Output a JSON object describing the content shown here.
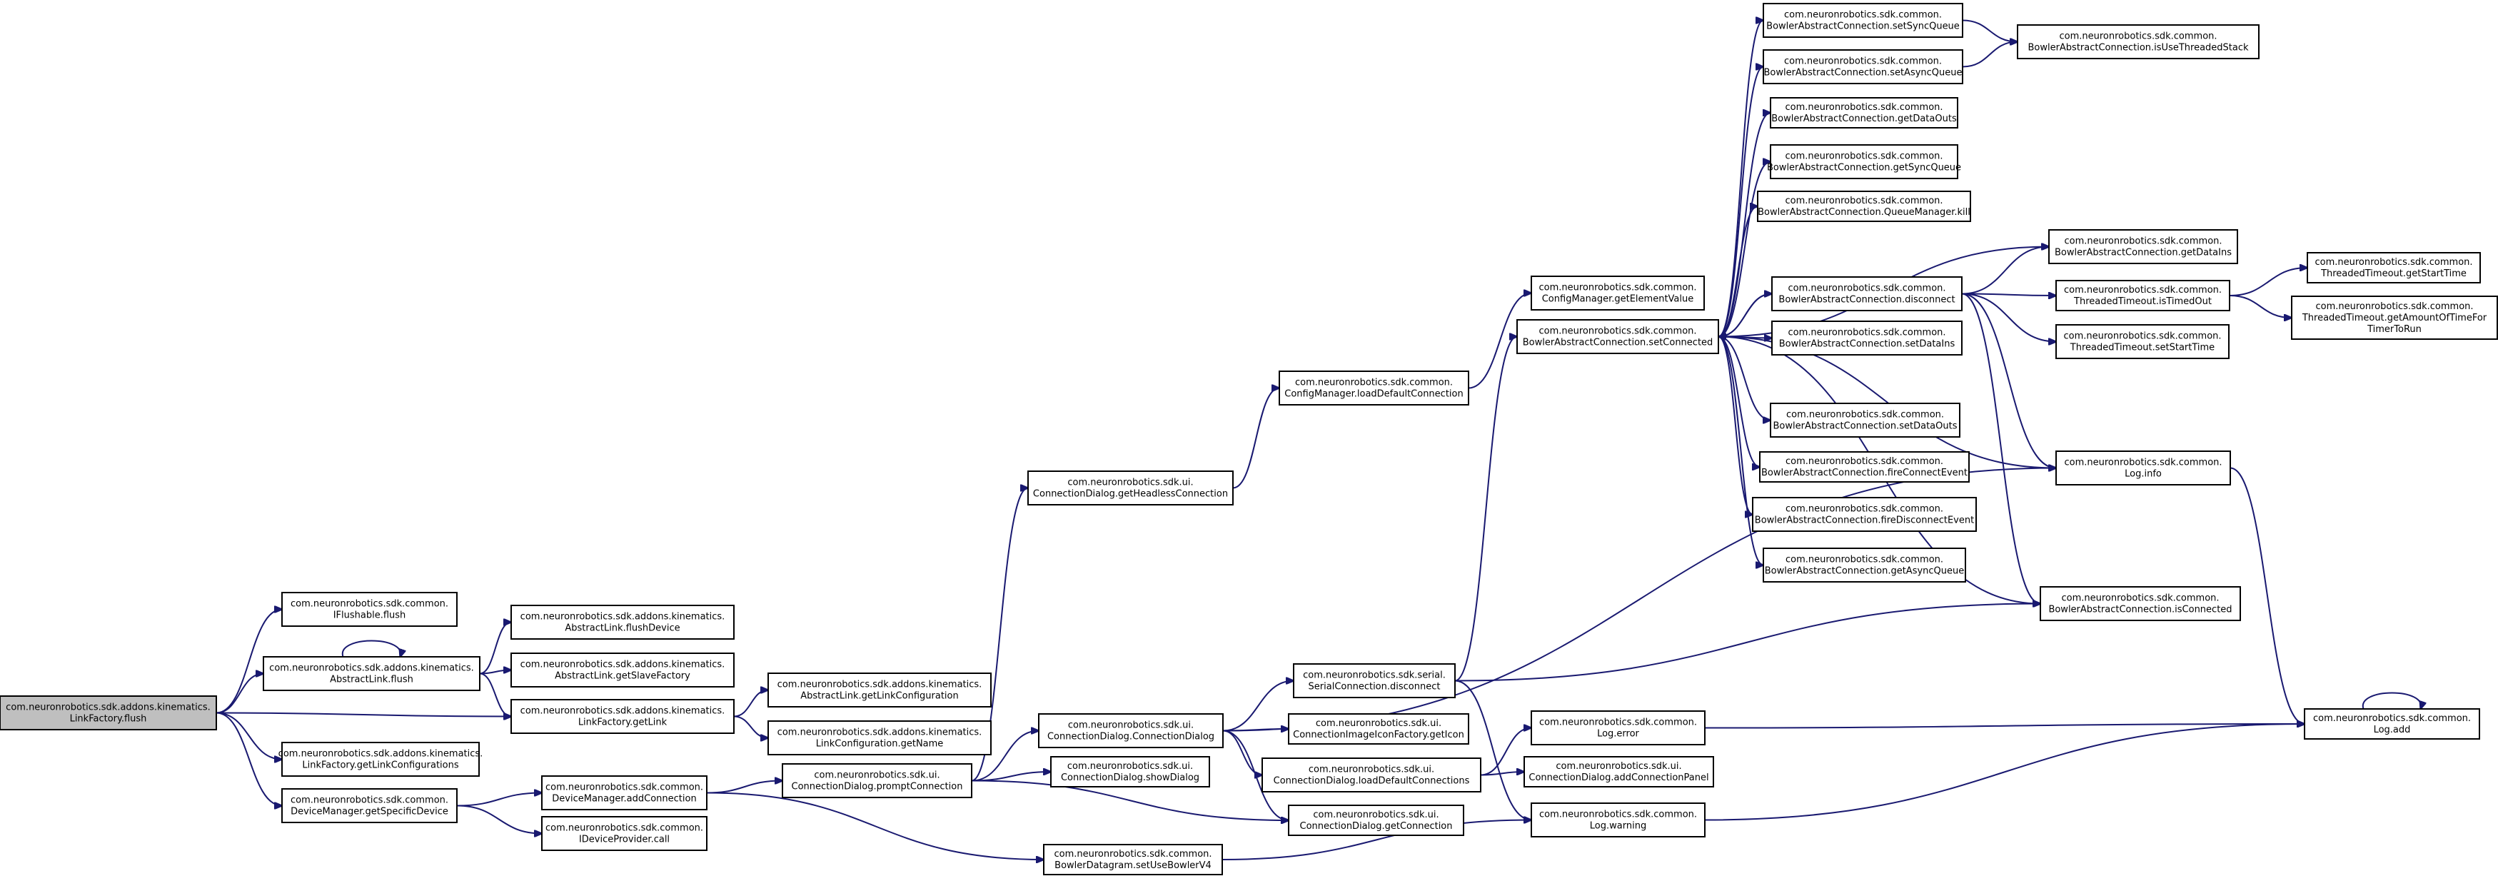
{
  "nodes": [
    {
      "id": "n0",
      "lines": [
        "com.neuronrobotics.sdk.addons.kinematics.",
        "LinkFactory.flush"
      ],
      "root": true
    },
    {
      "id": "n1",
      "lines": [
        "com.neuronrobotics.sdk.common.",
        "IFlushable.flush"
      ]
    },
    {
      "id": "n2",
      "lines": [
        "com.neuronrobotics.sdk.addons.kinematics.",
        "AbstractLink.flush"
      ]
    },
    {
      "id": "n3",
      "lines": [
        "com.neuronrobotics.sdk.addons.kinematics.",
        "AbstractLink.flushDevice"
      ]
    },
    {
      "id": "n4",
      "lines": [
        "com.neuronrobotics.sdk.addons.kinematics.",
        "AbstractLink.getSlaveFactory"
      ]
    },
    {
      "id": "n5",
      "lines": [
        "com.neuronrobotics.sdk.addons.kinematics.",
        "LinkFactory.getLink"
      ]
    },
    {
      "id": "n6",
      "lines": [
        "com.neuronrobotics.sdk.addons.kinematics.",
        "AbstractLink.getLinkConfiguration"
      ]
    },
    {
      "id": "n7",
      "lines": [
        "com.neuronrobotics.sdk.addons.kinematics.",
        "LinkConfiguration.getName"
      ]
    },
    {
      "id": "n8",
      "lines": [
        "com.neuronrobotics.sdk.addons.kinematics.",
        "LinkFactory.getLinkConfigurations"
      ]
    },
    {
      "id": "n9",
      "lines": [
        "com.neuronrobotics.sdk.common.",
        "DeviceManager.getSpecificDevice"
      ]
    },
    {
      "id": "n10",
      "lines": [
        "com.neuronrobotics.sdk.common.",
        "DeviceManager.addConnection"
      ]
    },
    {
      "id": "n11",
      "lines": [
        "com.neuronrobotics.sdk.common.",
        "IDeviceProvider.call"
      ]
    },
    {
      "id": "n12",
      "lines": [
        "com.neuronrobotics.sdk.ui.",
        "ConnectionDialog.promptConnection"
      ]
    },
    {
      "id": "n13",
      "lines": [
        "com.neuronrobotics.sdk.common.",
        "BowlerDatagram.setUseBowlerV4"
      ]
    },
    {
      "id": "n14",
      "lines": [
        "com.neuronrobotics.sdk.ui.",
        "ConnectionDialog.getHeadlessConnection"
      ]
    },
    {
      "id": "n15",
      "lines": [
        "com.neuronrobotics.sdk.ui.",
        "ConnectionDialog.ConnectionDialog"
      ]
    },
    {
      "id": "n16",
      "lines": [
        "com.neuronrobotics.sdk.ui.",
        "ConnectionDialog.showDialog"
      ]
    },
    {
      "id": "n17",
      "lines": [
        "com.neuronrobotics.sdk.ui.",
        "ConnectionDialog.getConnection"
      ]
    },
    {
      "id": "n18",
      "lines": [
        "com.neuronrobotics.sdk.common.",
        "ConfigManager.loadDefaultConnection"
      ]
    },
    {
      "id": "n19",
      "lines": [
        "com.neuronrobotics.sdk.serial.",
        "SerialConnection.disconnect"
      ]
    },
    {
      "id": "n20",
      "lines": [
        "com.neuronrobotics.sdk.ui.",
        "ConnectionImageIconFactory.getIcon"
      ]
    },
    {
      "id": "n21",
      "lines": [
        "com.neuronrobotics.sdk.ui.",
        "ConnectionDialog.loadDefaultConnections"
      ]
    },
    {
      "id": "n22",
      "lines": [
        "com.neuronrobotics.sdk.common.",
        "ConfigManager.getElementValue"
      ]
    },
    {
      "id": "n23",
      "lines": [
        "com.neuronrobotics.sdk.common.",
        "BowlerAbstractConnection.setConnected"
      ]
    },
    {
      "id": "n24",
      "lines": [
        "com.neuronrobotics.sdk.common.",
        "Log.error"
      ]
    },
    {
      "id": "n25",
      "lines": [
        "com.neuronrobotics.sdk.ui.",
        "ConnectionDialog.addConnectionPanel"
      ]
    },
    {
      "id": "n26",
      "lines": [
        "com.neuronrobotics.sdk.common.",
        "Log.warning"
      ]
    },
    {
      "id": "n27",
      "lines": [
        "com.neuronrobotics.sdk.common.",
        "BowlerAbstractConnection.setSyncQueue"
      ]
    },
    {
      "id": "n28",
      "lines": [
        "com.neuronrobotics.sdk.common.",
        "BowlerAbstractConnection.setAsyncQueue"
      ]
    },
    {
      "id": "n29",
      "lines": [
        "com.neuronrobotics.sdk.common.",
        "BowlerAbstractConnection.getDataOuts"
      ]
    },
    {
      "id": "n30",
      "lines": [
        "com.neuronrobotics.sdk.common.",
        "BowlerAbstractConnection.getSyncQueue"
      ]
    },
    {
      "id": "n31",
      "lines": [
        "com.neuronrobotics.sdk.common.",
        "BowlerAbstractConnection.QueueManager.kill"
      ]
    },
    {
      "id": "n32",
      "lines": [
        "com.neuronrobotics.sdk.common.",
        "BowlerAbstractConnection.disconnect"
      ]
    },
    {
      "id": "n33",
      "lines": [
        "com.neuronrobotics.sdk.common.",
        "BowlerAbstractConnection.setDataIns"
      ]
    },
    {
      "id": "n34",
      "lines": [
        "com.neuronrobotics.sdk.common.",
        "BowlerAbstractConnection.setDataOuts"
      ]
    },
    {
      "id": "n35",
      "lines": [
        "com.neuronrobotics.sdk.common.",
        "BowlerAbstractConnection.fireConnectEvent"
      ]
    },
    {
      "id": "n36",
      "lines": [
        "com.neuronrobotics.sdk.common.",
        "BowlerAbstractConnection.fireDisconnectEvent"
      ]
    },
    {
      "id": "n37",
      "lines": [
        "com.neuronrobotics.sdk.common.",
        "BowlerAbstractConnection.getAsyncQueue"
      ]
    },
    {
      "id": "n38",
      "lines": [
        "com.neuronrobotics.sdk.common.",
        "BowlerAbstractConnection.isUseThreadedStack"
      ]
    },
    {
      "id": "n39",
      "lines": [
        "com.neuronrobotics.sdk.common.",
        "BowlerAbstractConnection.getDataIns"
      ]
    },
    {
      "id": "n40",
      "lines": [
        "com.neuronrobotics.sdk.common.",
        "ThreadedTimeout.isTimedOut"
      ]
    },
    {
      "id": "n41",
      "lines": [
        "com.neuronrobotics.sdk.common.",
        "ThreadedTimeout.setStartTime"
      ]
    },
    {
      "id": "n42",
      "lines": [
        "com.neuronrobotics.sdk.common.",
        "Log.info"
      ]
    },
    {
      "id": "n43",
      "lines": [
        "com.neuronrobotics.sdk.common.",
        "BowlerAbstractConnection.isConnected"
      ]
    },
    {
      "id": "n44",
      "lines": [
        "com.neuronrobotics.sdk.common.",
        "ThreadedTimeout.getStartTime"
      ]
    },
    {
      "id": "n45",
      "lines": [
        "com.neuronrobotics.sdk.common.",
        "ThreadedTimeout.getAmountOfTimeFor",
        "TimerToRun"
      ]
    },
    {
      "id": "n46",
      "lines": [
        "com.neuronrobotics.sdk.common.",
        "Log.add"
      ]
    }
  ],
  "edges": [
    [
      "n0",
      "n1"
    ],
    [
      "n0",
      "n2"
    ],
    [
      "n0",
      "n5"
    ],
    [
      "n0",
      "n8"
    ],
    [
      "n0",
      "n9"
    ],
    [
      "n2",
      "n2"
    ],
    [
      "n2",
      "n3"
    ],
    [
      "n2",
      "n4"
    ],
    [
      "n2",
      "n5"
    ],
    [
      "n5",
      "n6"
    ],
    [
      "n5",
      "n7"
    ],
    [
      "n9",
      "n10"
    ],
    [
      "n9",
      "n11"
    ],
    [
      "n10",
      "n12"
    ],
    [
      "n10",
      "n13"
    ],
    [
      "n12",
      "n14"
    ],
    [
      "n12",
      "n15"
    ],
    [
      "n12",
      "n16"
    ],
    [
      "n12",
      "n17"
    ],
    [
      "n13",
      "n26"
    ],
    [
      "n14",
      "n18"
    ],
    [
      "n15",
      "n19"
    ],
    [
      "n15",
      "n20"
    ],
    [
      "n15",
      "n21"
    ],
    [
      "n15",
      "n17"
    ],
    [
      "n15",
      "n42"
    ],
    [
      "n18",
      "n22"
    ],
    [
      "n19",
      "n23"
    ],
    [
      "n19",
      "n26"
    ],
    [
      "n19",
      "n43"
    ],
    [
      "n21",
      "n24"
    ],
    [
      "n21",
      "n25"
    ],
    [
      "n23",
      "n27"
    ],
    [
      "n23",
      "n28"
    ],
    [
      "n23",
      "n29"
    ],
    [
      "n23",
      "n30"
    ],
    [
      "n23",
      "n31"
    ],
    [
      "n23",
      "n32"
    ],
    [
      "n23",
      "n33"
    ],
    [
      "n23",
      "n34"
    ],
    [
      "n23",
      "n35"
    ],
    [
      "n23",
      "n36"
    ],
    [
      "n23",
      "n37"
    ],
    [
      "n23",
      "n39"
    ],
    [
      "n23",
      "n42"
    ],
    [
      "n23",
      "n43"
    ],
    [
      "n24",
      "n46"
    ],
    [
      "n26",
      "n46"
    ],
    [
      "n27",
      "n38"
    ],
    [
      "n28",
      "n38"
    ],
    [
      "n32",
      "n23"
    ],
    [
      "n32",
      "n39"
    ],
    [
      "n32",
      "n40"
    ],
    [
      "n32",
      "n41"
    ],
    [
      "n32",
      "n42"
    ],
    [
      "n32",
      "n43"
    ],
    [
      "n40",
      "n44"
    ],
    [
      "n40",
      "n45"
    ],
    [
      "n42",
      "n46"
    ],
    [
      "n46",
      "n46"
    ]
  ]
}
